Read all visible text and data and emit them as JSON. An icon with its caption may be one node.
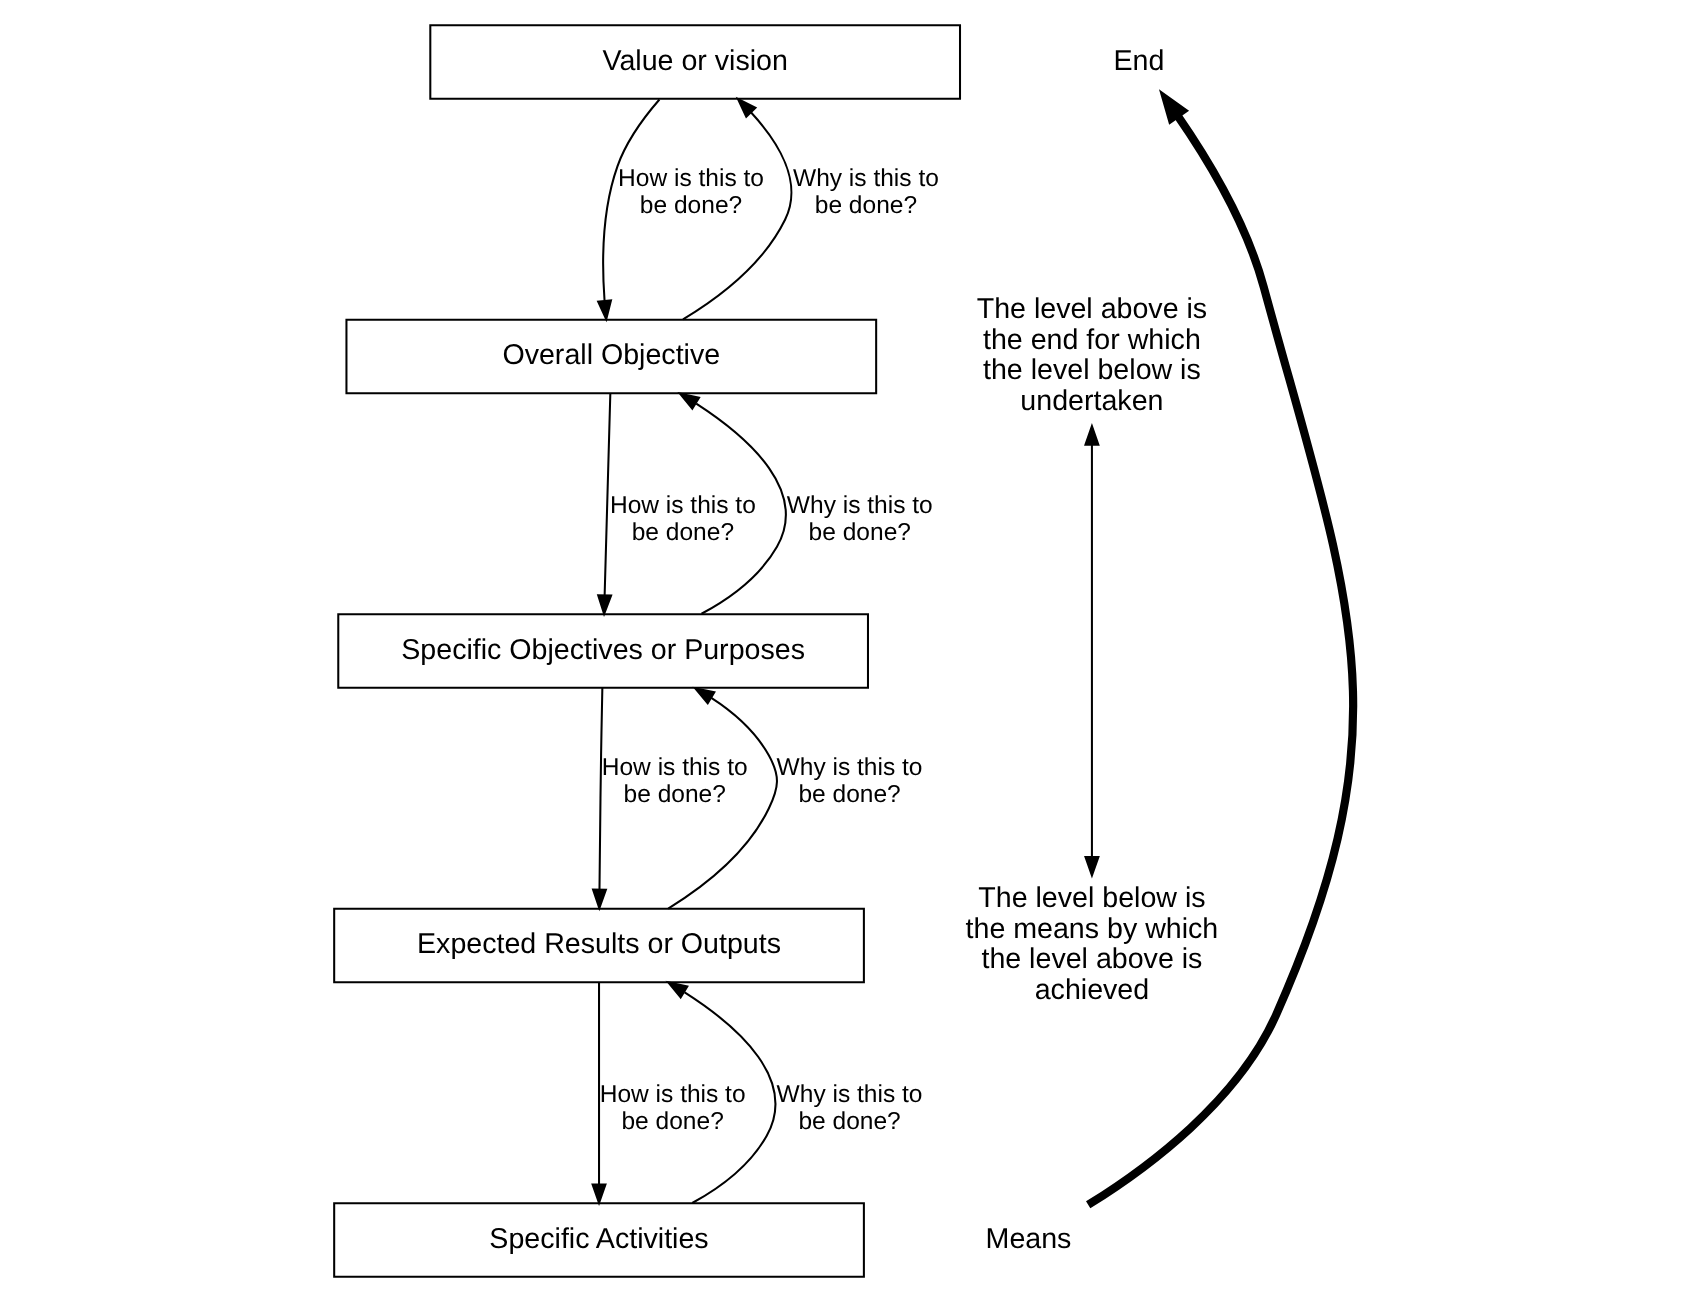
{
  "diagram": {
    "nodes": [
      {
        "text": [
          "Value or vision"
        ]
      },
      {
        "text": [
          "Overall Objective"
        ]
      },
      {
        "text": [
          "Specific Objectives or Purposes"
        ]
      },
      {
        "text": [
          "Expected Results or Outputs"
        ]
      },
      {
        "text": [
          "Specific Activities"
        ]
      },
      {
        "text": [
          "End"
        ]
      },
      {
        "text": [
          "Means"
        ]
      },
      {
        "text": [
          "The level above is the end for which the level below is undertaken"
        ]
      },
      {
        "text": [
          "The level below is the means by which the level above is achieved"
        ]
      }
    ],
    "edges": [
      {
        "from": 1,
        "to": 0,
        "arrow": "to",
        "label": "Why is this to be done?"
      },
      {
        "from": 0,
        "to": 1,
        "arrow": "to",
        "label": "How is this to be done?"
      },
      {
        "from": 2,
        "to": 1,
        "arrow": "to",
        "label": "Why is this to be done?"
      },
      {
        "from": 1,
        "to": 2,
        "arrow": "to",
        "label": "How is this to be done?"
      },
      {
        "from": 3,
        "to": 2,
        "arrow": "to",
        "label": "Why is this to be done?"
      },
      {
        "from": 2,
        "to": 3,
        "arrow": "to",
        "label": "How is this to be done?"
      },
      {
        "from": 4,
        "to": 3,
        "arrow": "to",
        "label": "Why is this to be done?"
      },
      {
        "from": 3,
        "to": 4,
        "arrow": "to",
        "label": "How is this to be done?"
      },
      {
        "from": 6,
        "to": 5,
        "arrow": "to",
        "style": "thick"
      },
      {
        "from": 7,
        "to": 8,
        "arrow": "both"
      }
    ]
  }
}
